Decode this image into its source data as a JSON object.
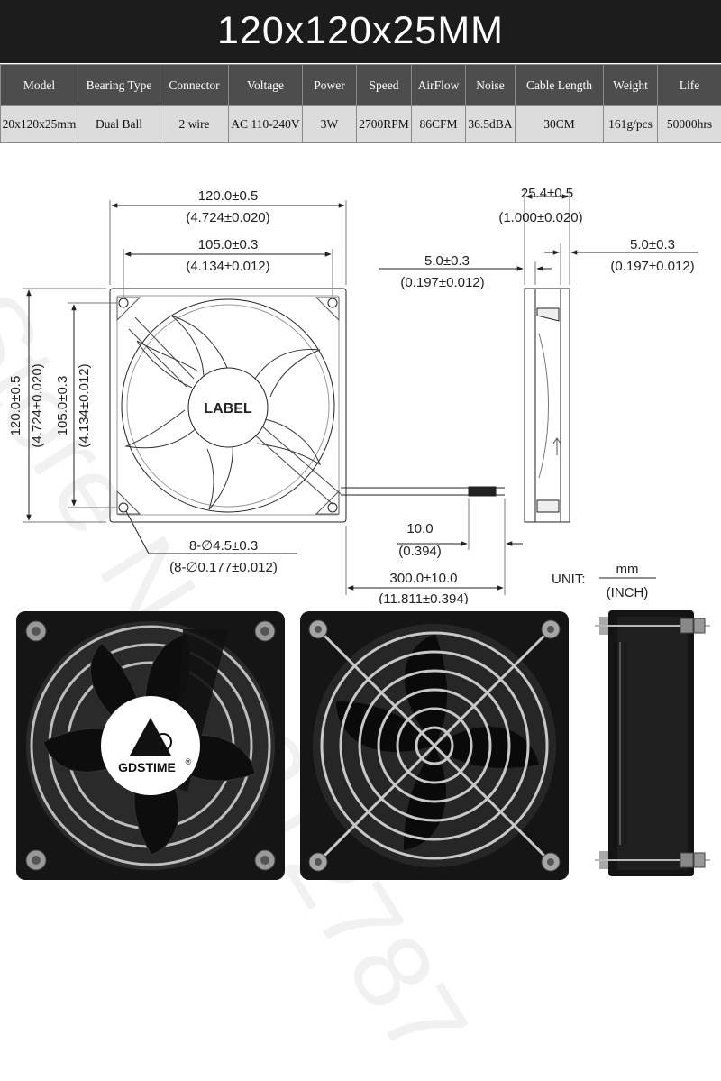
{
  "title": "120x120x25MM",
  "spec_table": {
    "headers": [
      "Model",
      "Bearing Type",
      "Connector",
      "Voltage",
      "Power",
      "Speed",
      "AirFlow",
      "Noise",
      "Cable Length",
      "Weight",
      "Life"
    ],
    "values": [
      "20x120x25mm",
      "Dual Ball",
      "2 wire",
      "AC 110-240V",
      "3W",
      "2700RPM",
      "86CFM",
      "36.5dBA",
      "30CM",
      "161g/pcs",
      "50000hrs"
    ]
  },
  "watermark": "Store No.1212787",
  "drawing": {
    "front": {
      "overall_width_mm": "120.0±0.5",
      "overall_width_in": "(4.724±0.020)",
      "hole_spacing_mm": "105.0±0.3",
      "hole_spacing_in": "(4.134±0.012)",
      "overall_height_mm": "120.0±0.5",
      "overall_height_in": "(4.724±0.020)",
      "hole_spacing_v_mm": "105.0±0.3",
      "hole_spacing_v_in": "(4.134±0.012)",
      "label": "LABEL",
      "holes_mm": "8-∅4.5±0.3",
      "holes_in": "(8-∅0.177±0.012)"
    },
    "side": {
      "depth_mm": "25.4±0.5",
      "depth_in": "(1.000±0.020)",
      "flange_left_mm": "5.0±0.3",
      "flange_left_in": "(0.197±0.012)",
      "flange_right_mm": "5.0±0.3",
      "flange_right_in": "(0.197±0.012)"
    },
    "cable": {
      "strip_mm": "10.0",
      "strip_in": "(0.394)",
      "length_mm": "300.0±10.0",
      "length_in": "(11.811±0.394)"
    },
    "unit": {
      "label": "UNIT:",
      "primary": "mm",
      "secondary": "(INCH)"
    }
  },
  "photos": {
    "brand": "GDSTIME",
    "trademark": "®"
  }
}
